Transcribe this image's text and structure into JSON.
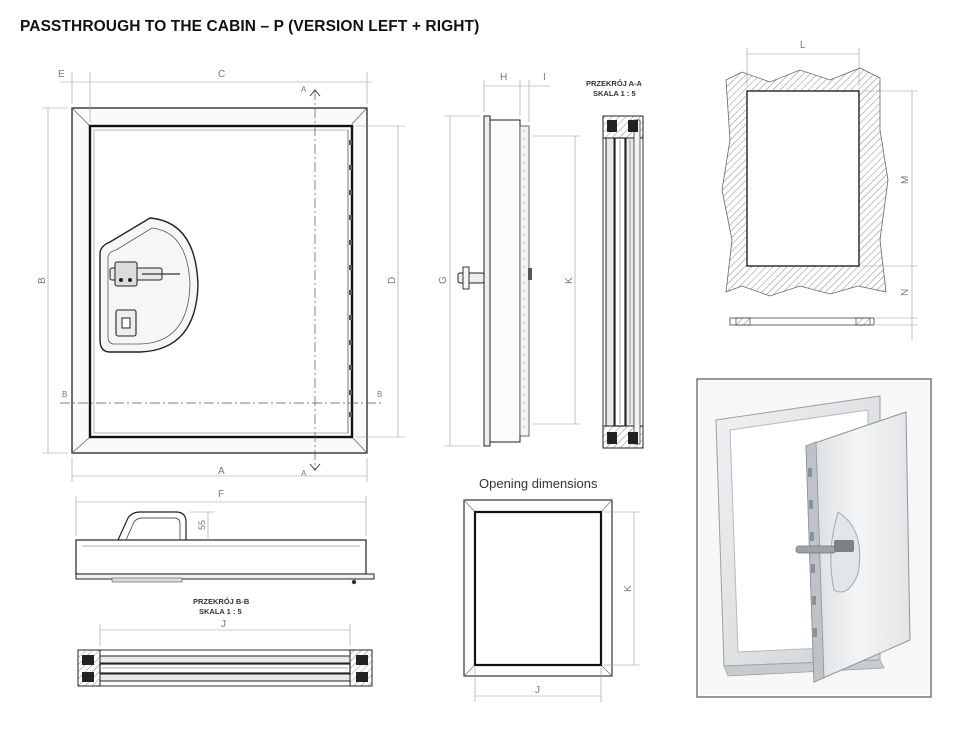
{
  "title": "PASSTHROUGH TO THE CABIN – P (VERSION LEFT + RIGHT)",
  "dimension_labels": {
    "A": "A",
    "B": "B",
    "C": "C",
    "D": "D",
    "E": "E",
    "F": "F",
    "G": "G",
    "H": "H",
    "I": "I",
    "J": "J",
    "K": "K",
    "L": "L",
    "M": "M",
    "N": "N",
    "value_55": "55"
  },
  "section_marks": {
    "a": "A",
    "b": "B"
  },
  "section_aa": {
    "line1": "PRZEKRÓJ A-A",
    "line2": "SKALA 1 : 5"
  },
  "section_bb": {
    "line1": "PRZEKRÓJ B-B",
    "line2": "SKALA 1 : 5"
  },
  "opening_label": "Opening dimensions"
}
